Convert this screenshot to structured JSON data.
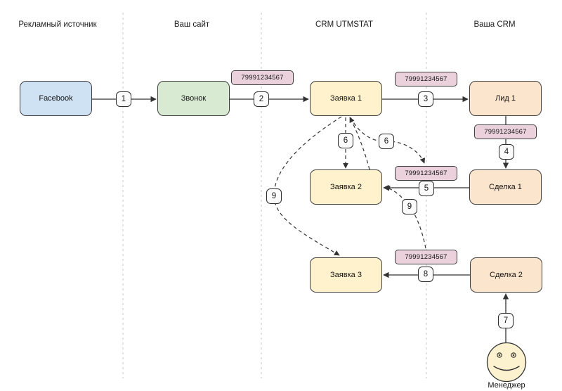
{
  "columns": [
    {
      "label": "Рекламный источник"
    },
    {
      "label": "Ваш сайт"
    },
    {
      "label": "CRM UTMSTAT"
    },
    {
      "label": "Ваша CRM"
    }
  ],
  "nodes": {
    "source": "Facebook",
    "call": "Звонок",
    "request1": "Заявка 1",
    "request2": "Заявка 2",
    "request3": "Заявка 3",
    "lead1": "Лид 1",
    "deal1": "Сделка 1",
    "deal2": "Сделка 2",
    "manager": "Менеджер"
  },
  "phone_number": "79991234567",
  "steps": {
    "s1": "1",
    "s2": "2",
    "s3": "3",
    "s4": "4",
    "s5": "5",
    "s6": "6",
    "s7": "7",
    "s8": "8",
    "s9": "9"
  },
  "colors": {
    "source_fill": "#cfe2f3",
    "call_fill": "#d9ead3",
    "request_fill": "#fff2cc",
    "crm_fill": "#fce5cd",
    "phone_fill": "#ead1dc",
    "step_fill": "#fbfbfb",
    "edge": "#333333",
    "separator": "#c9c9c9",
    "background": "#ffffff"
  }
}
